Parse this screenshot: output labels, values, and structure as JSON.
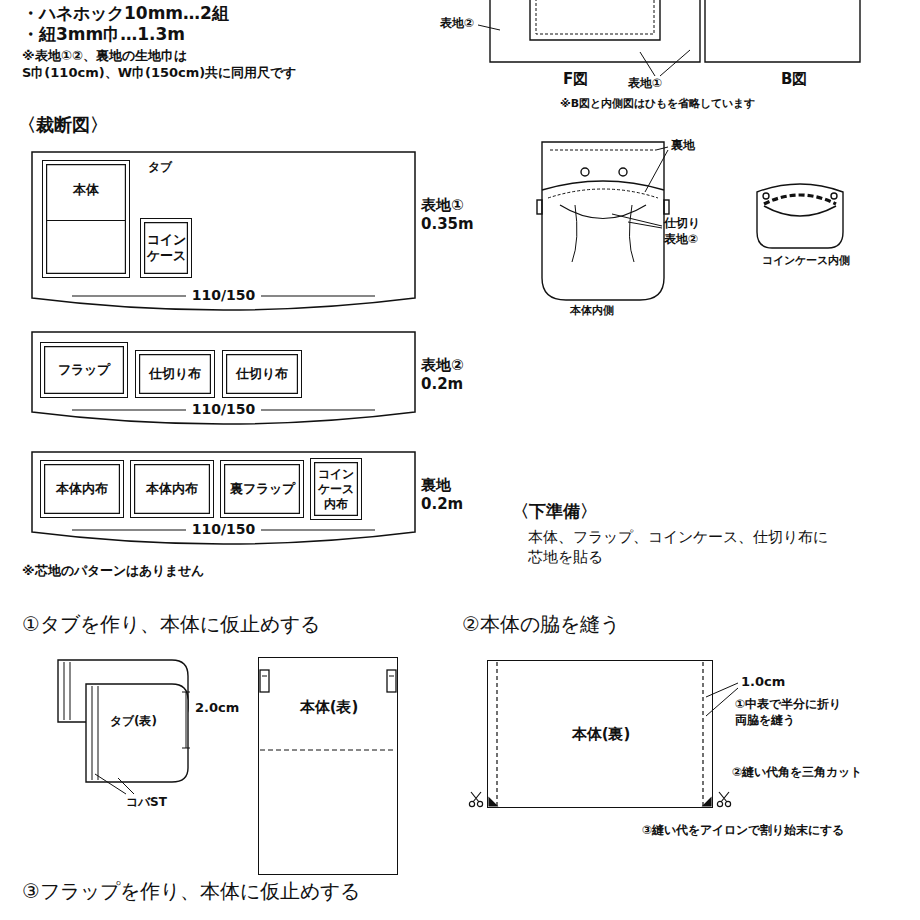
{
  "diagram": {
    "nodes": [
      {
        "text": [
          "表地① 0.35m",
          "110/150"
        ]
      },
      {
        "text": [
          "本体"
        ],
        "in": 0
      },
      {
        "text": [
          "コイン ケース"
        ],
        "in": 0
      },
      {
        "text": [
          "表地② 0.2m",
          "110/150"
        ]
      },
      {
        "text": [
          "フラップ"
        ],
        "in": 3
      },
      {
        "text": [
          "仕切り布"
        ],
        "in": 3
      },
      {
        "text": [
          "仕切り布"
        ],
        "in": 3
      },
      {
        "text": [
          "裏地 0.2m",
          "110/150"
        ]
      },
      {
        "text": [
          "本体内布"
        ],
        "in": 7
      },
      {
        "text": [
          "本体内布"
        ],
        "in": 7
      },
      {
        "text": [
          "裏フラップ"
        ],
        "in": 7
      },
      {
        "text": [
          "コイン ケース 内布"
        ],
        "in": 7
      },
      {
        "text": [
          "本体(表)"
        ]
      },
      {
        "text": [
          "本体(裏)"
        ]
      }
    ],
    "labels": [
      "・ハネホック10mm…2組",
      "・紐3mm巾…1.3m",
      "※表地①②、裏地の生地巾は S巾(110cm)、W巾(150cm)共に同用尺です",
      "表地②",
      "表地①",
      "F図",
      "B図",
      "※B図と内側図はひもを省略しています",
      "〈裁断図〉",
      "タブ",
      "※芯地のパターンはありません",
      "裏地",
      "仕切り 表地②",
      "本体内側",
      "コインケース内側",
      "〈下準備〉",
      "本体、フラップ、コインケース、仕切り布に 芯地を貼る",
      "①タブを作り、本体に仮止めする",
      "タブ(表)",
      "2.0cm",
      "コバST",
      "②本体の脇を縫う",
      "1.0cm",
      "①中表で半分に折り 両脇を縫う",
      "②縫い代角を三角カット",
      "③縫い代をアイロンで割り始末にする",
      "③フラップを作り、本体に仮止めする"
    ]
  }
}
